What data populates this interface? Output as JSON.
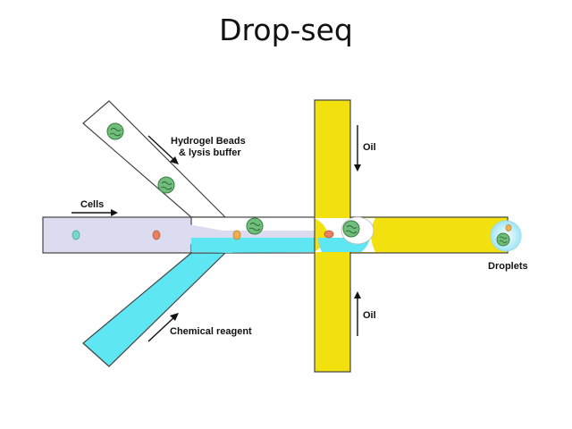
{
  "title": "Drop-seq",
  "labels": {
    "beads_line1": "Hydrogel Beads",
    "beads_line2": "& lysis buffer",
    "cells": "Cells",
    "oil_top": "Oil",
    "oil_bottom": "Oil",
    "droplets": "Droplets",
    "reagent": "Chemical reagent"
  },
  "colors": {
    "oil": "#f2e00f",
    "reagent": "#5ee6f2",
    "cell_stream": "#dcdcf0",
    "channel_outline": "#444444",
    "bead": "#6fbf7a",
    "cell": "#e98060"
  }
}
